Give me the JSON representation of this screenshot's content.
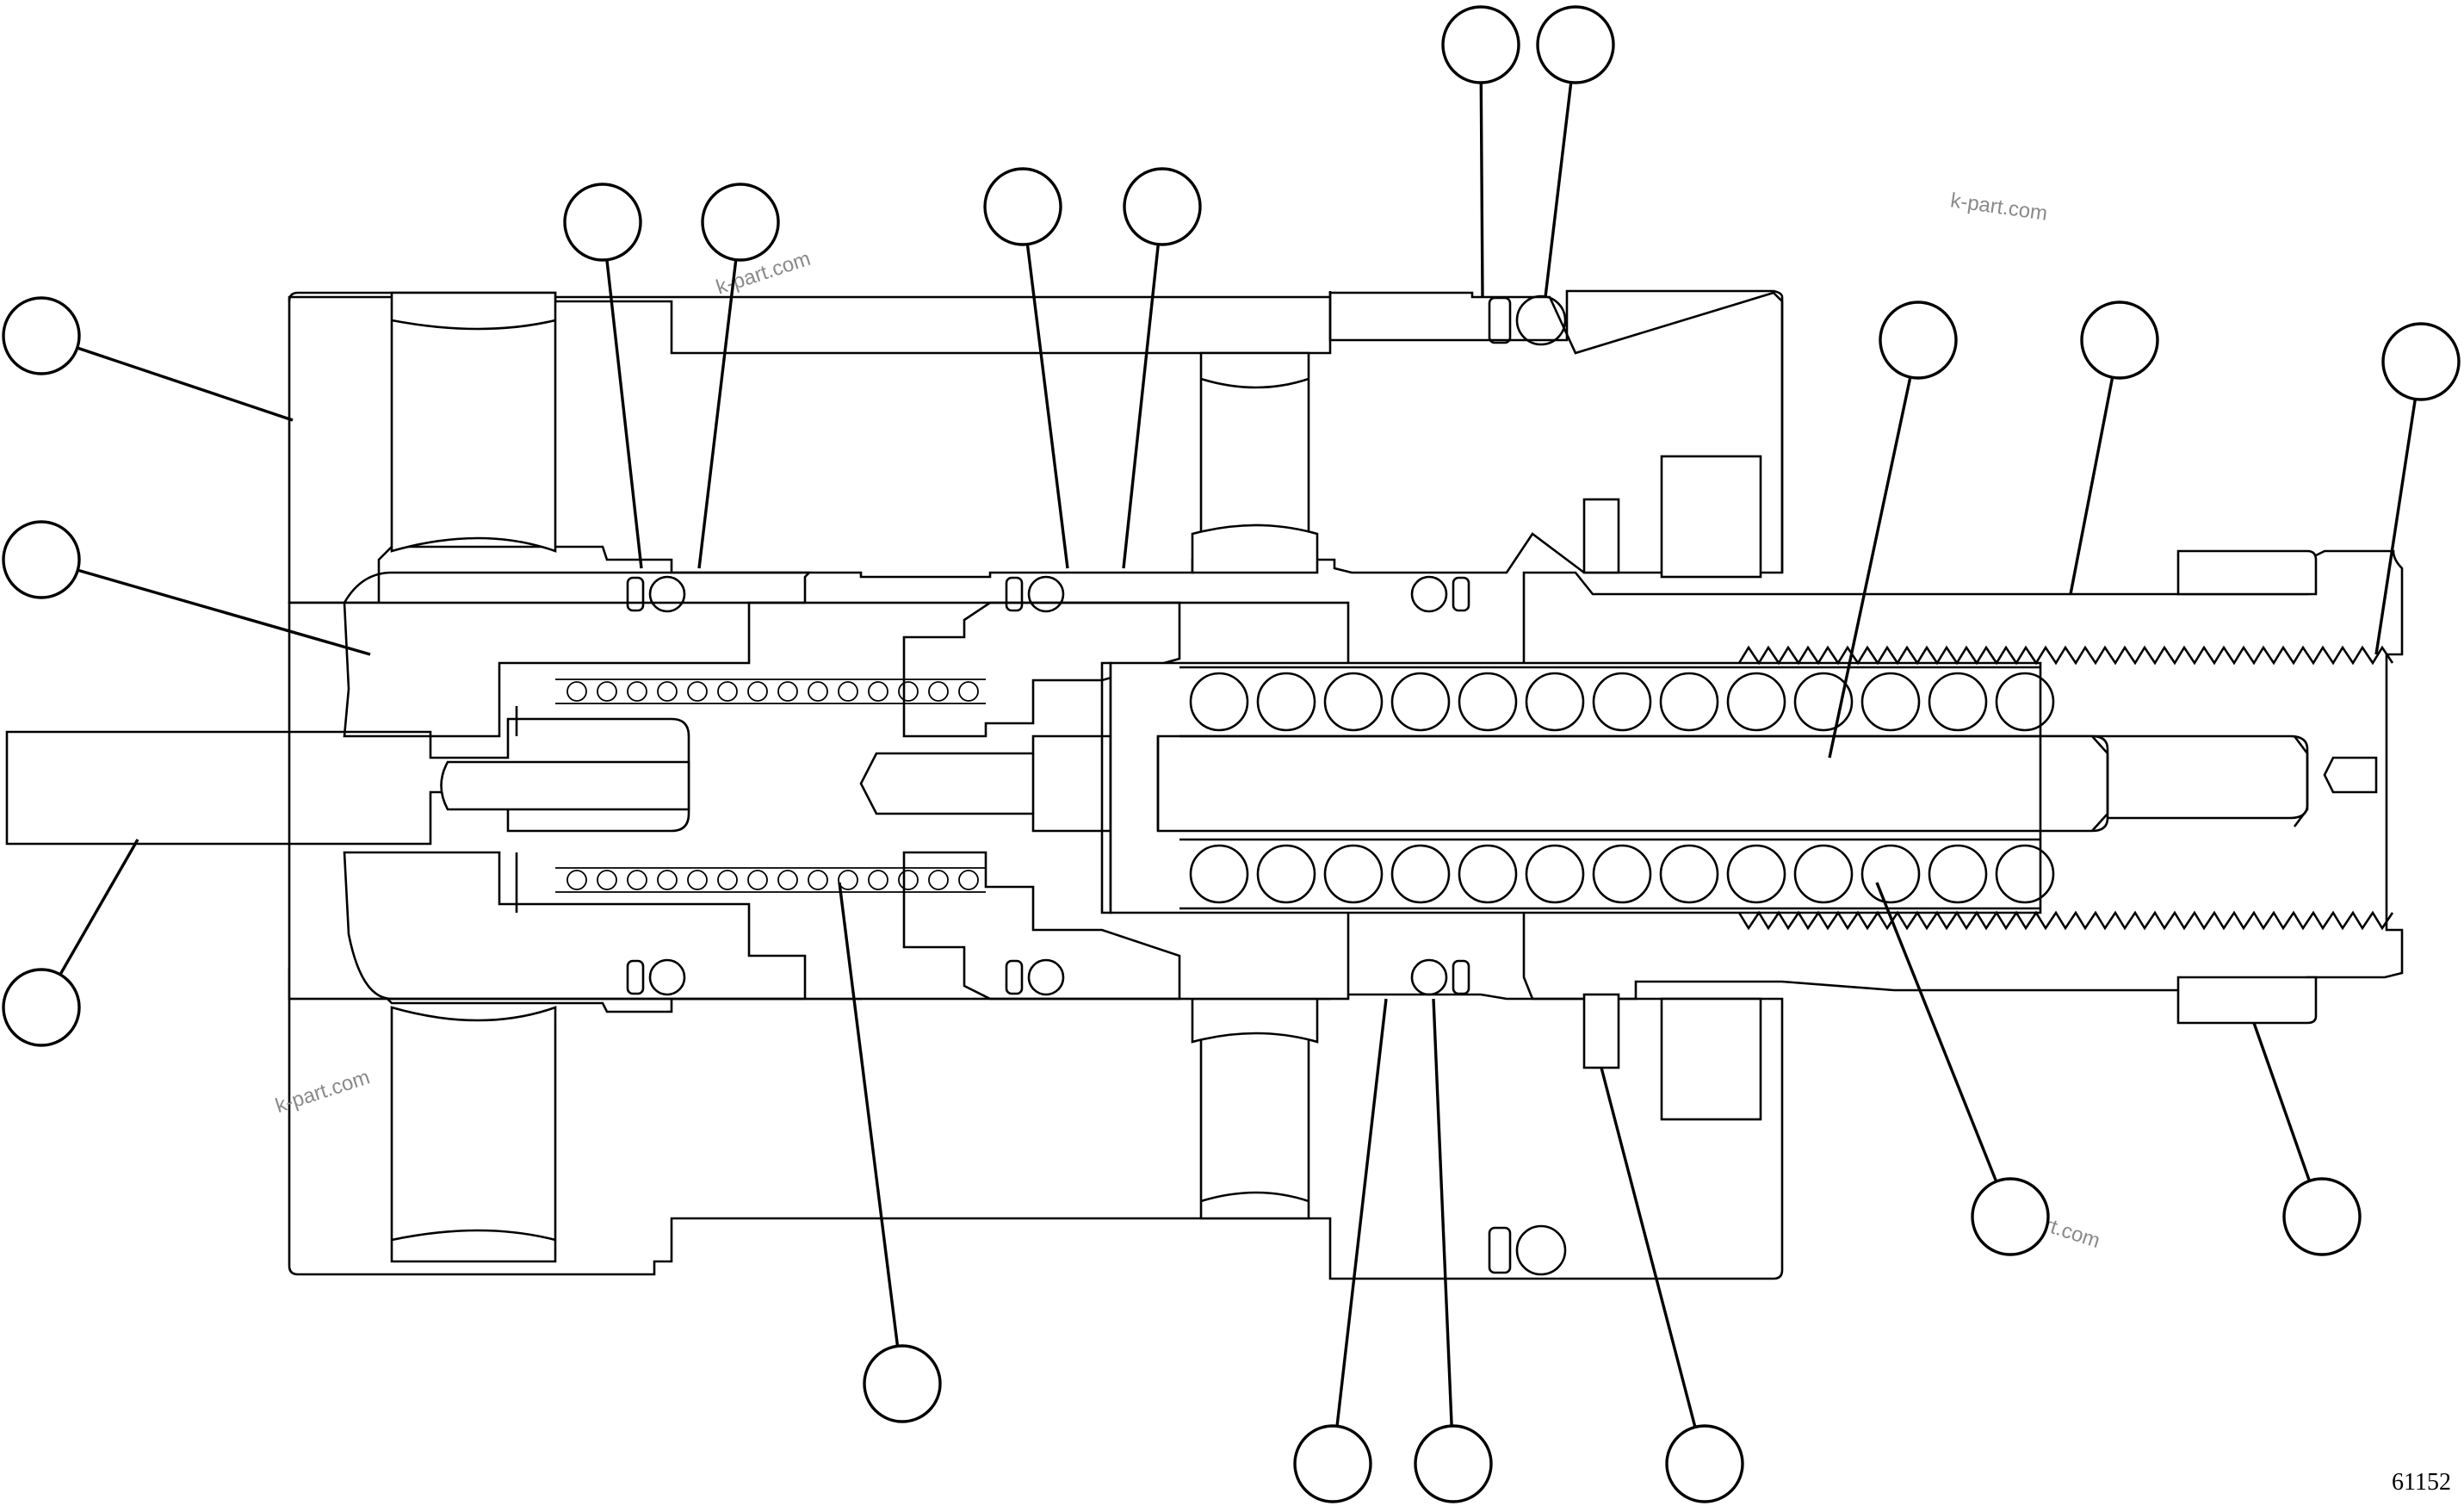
{
  "figure": {
    "number": "61152",
    "watermark": "k-part.com"
  },
  "callouts": [
    {
      "id": "c01",
      "label": ""
    },
    {
      "id": "c02",
      "label": ""
    },
    {
      "id": "c03",
      "label": ""
    },
    {
      "id": "c04",
      "label": ""
    },
    {
      "id": "c05",
      "label": ""
    },
    {
      "id": "c06",
      "label": ""
    },
    {
      "id": "c07",
      "label": ""
    },
    {
      "id": "c08",
      "label": ""
    },
    {
      "id": "c09",
      "label": ""
    },
    {
      "id": "c10",
      "label": ""
    },
    {
      "id": "c11",
      "label": ""
    },
    {
      "id": "c12",
      "label": ""
    },
    {
      "id": "c13",
      "label": ""
    },
    {
      "id": "c14",
      "label": ""
    },
    {
      "id": "c15",
      "label": ""
    },
    {
      "id": "c16",
      "label": ""
    },
    {
      "id": "c17",
      "label": ""
    },
    {
      "id": "c18",
      "label": ""
    },
    {
      "id": "c19",
      "label": ""
    },
    {
      "id": "c20",
      "label": ""
    }
  ]
}
